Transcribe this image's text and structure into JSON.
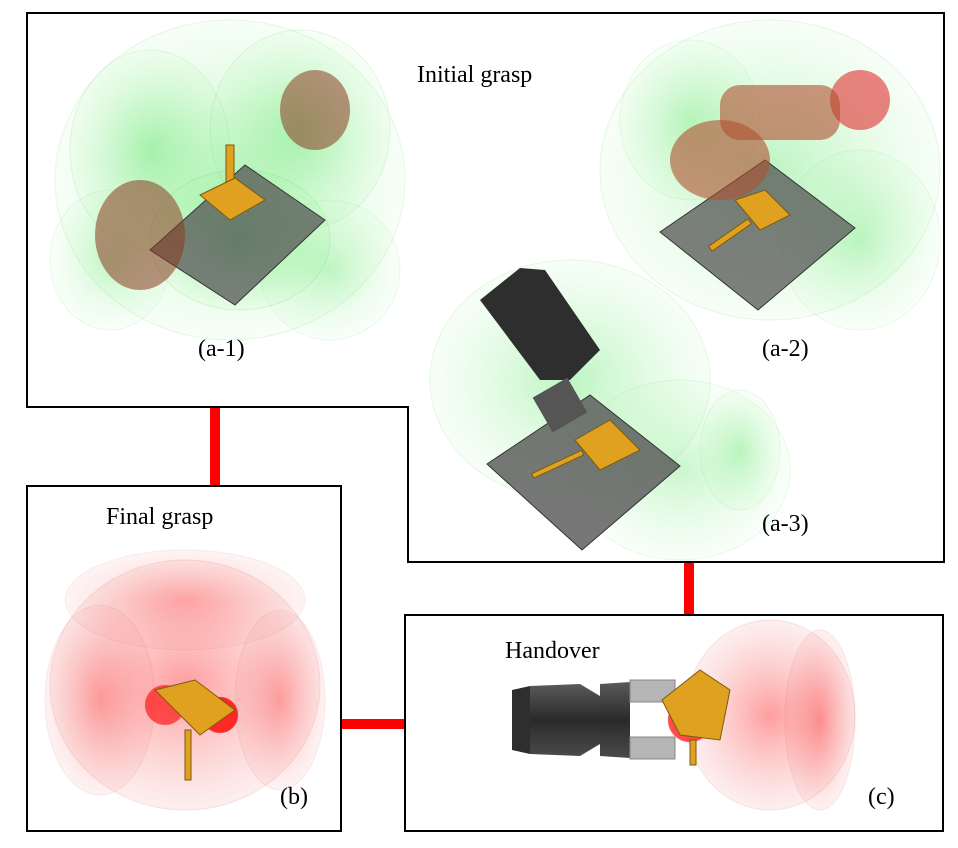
{
  "panels": {
    "initial": {
      "title": "Initial grasp",
      "labels": [
        "(a-1)",
        "(a-2)",
        "(a-3)"
      ]
    },
    "final": {
      "title": "Final grasp",
      "label": "(b)"
    },
    "handover": {
      "title": "Handover",
      "label": "(c)"
    }
  },
  "colors": {
    "feasible_region": "#22e02a",
    "grasp_region": "#f04040",
    "connector": "#ff0000",
    "table": "#555555",
    "part": "#e0a020",
    "gripper": "#3a3a3a",
    "frame": "#000000"
  },
  "icons": [
    "gripper-icon",
    "mechanical-part-icon",
    "table-plate-icon"
  ]
}
